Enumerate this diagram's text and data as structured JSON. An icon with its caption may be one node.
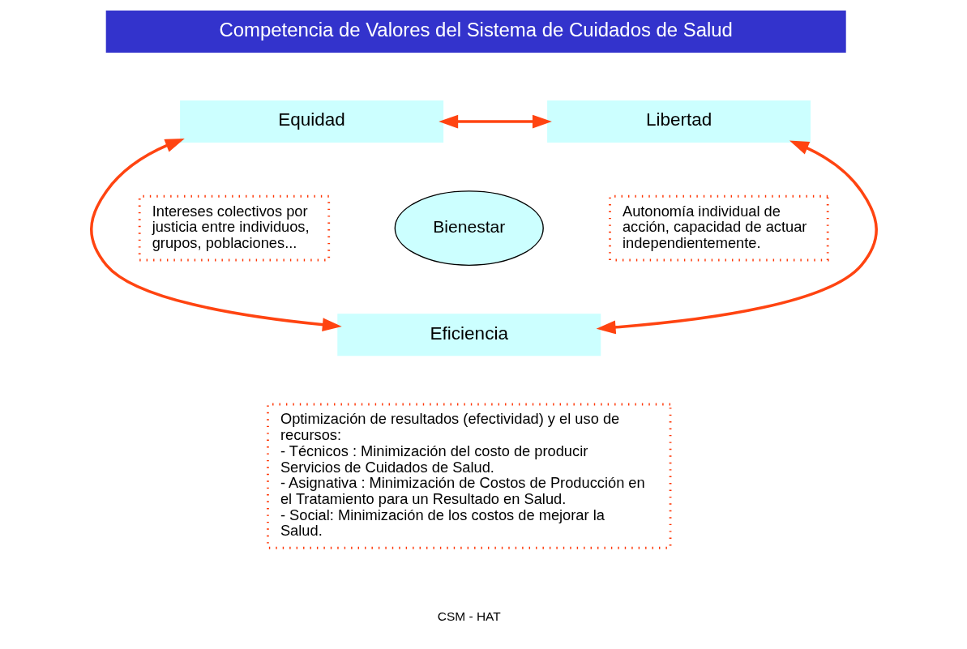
{
  "diagram": {
    "title": "Competencia de Valores del Sistema de Cuidados de Salud",
    "nodes": [
      {
        "text": [
          "Equidad"
        ]
      },
      {
        "text": [
          "Libertad"
        ]
      },
      {
        "text": [
          "Eficiencia"
        ]
      },
      {
        "text": [
          "Bienestar"
        ]
      },
      {
        "text": [
          "Intereses colectivos por justicia entre individuos, grupos, poblaciones..."
        ]
      },
      {
        "text": [
          "Autonomía individual de acción, capacidad de actuar independientemente."
        ]
      },
      {
        "text": [
          "Optimización de resultados (efectividad) y el uso de recursos:",
          "- Técnicos : Minimización del costo de producir Servicios de Cuidados de Salud.",
          "- Asignativa : Minimización de Costos de Producción en el Tratamiento para un Resultado en Salud.",
          "- Social: Minimización de los costos de mejorar la Salud."
        ]
      }
    ],
    "edges": [
      {
        "from": 0,
        "to": 1,
        "arrow": "both"
      },
      {
        "from": 0,
        "to": 2,
        "arrow": "both"
      },
      {
        "from": 1,
        "to": 2,
        "arrow": "both"
      }
    ],
    "labels": [
      "CSM - HAT"
    ]
  }
}
